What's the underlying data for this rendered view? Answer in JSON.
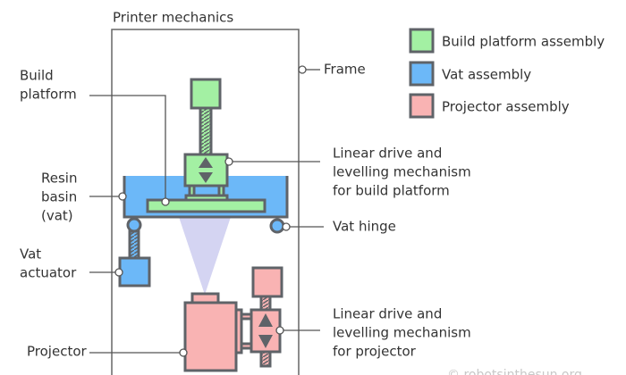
{
  "title": "Printer mechanics",
  "colors": {
    "build_platform": "#a3f0a3",
    "vat": "#6cb8f8",
    "projector": "#f9b3b3",
    "light_cone": "#d4d4f2",
    "outline": "#5f6368"
  },
  "legend": [
    {
      "label": "Build platform assembly",
      "color": "#a3f0a3"
    },
    {
      "label": "Vat assembly",
      "color": "#6cb8f8"
    },
    {
      "label": "Projector assembly",
      "color": "#f9b3b3"
    }
  ],
  "labels": {
    "frame": "Frame",
    "build_platform": [
      "Build",
      "platform"
    ],
    "resin_basin": [
      "Resin",
      "basin",
      "(vat)"
    ],
    "vat_actuator": [
      "Vat",
      "actuator"
    ],
    "projector": "Projector",
    "build_drive": [
      "Linear drive and",
      "levelling mechanism",
      "for build platform"
    ],
    "vat_hinge": "Vat hinge",
    "projector_drive": [
      "Linear drive and",
      "levelling mechanism",
      "for projector"
    ]
  },
  "watermark": "© robotsinthesun.org"
}
